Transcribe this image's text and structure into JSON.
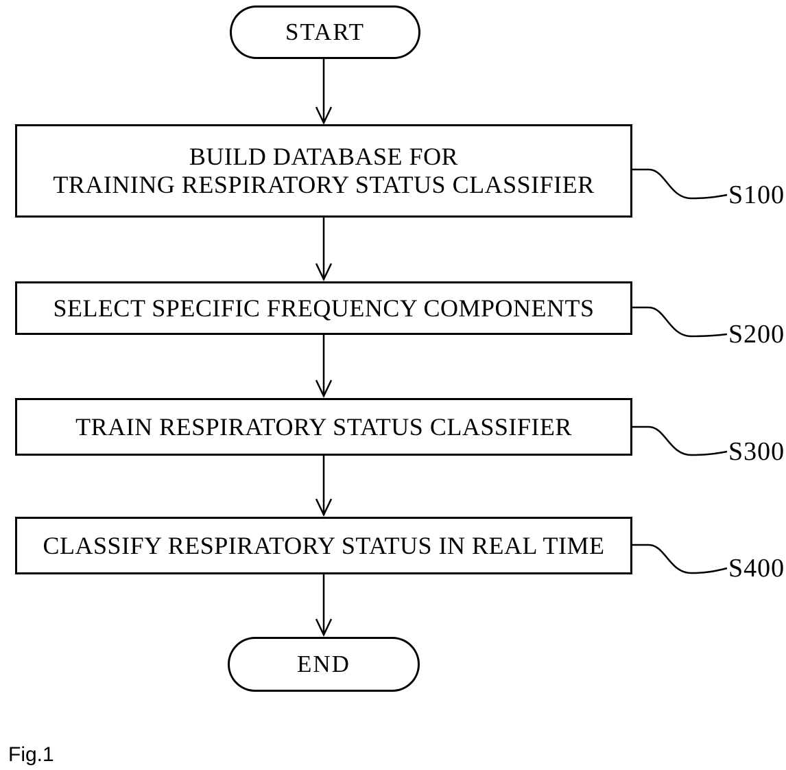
{
  "colors": {
    "ink": "#000000",
    "background": "#ffffff"
  },
  "figure": {
    "caption": "Fig.1"
  },
  "flowchart": {
    "start_label": "START",
    "end_label": "END",
    "steps": [
      {
        "lines": [
          "BUILD DATABASE FOR",
          "TRAINING RESPIRATORY STATUS CLASSIFIER"
        ],
        "ref": "S100"
      },
      {
        "lines": [
          "SELECT SPECIFIC FREQUENCY COMPONENTS"
        ],
        "ref": "S200"
      },
      {
        "lines": [
          "TRAIN RESPIRATORY STATUS CLASSIFIER"
        ],
        "ref": "S300"
      },
      {
        "lines": [
          "CLASSIFY RESPIRATORY STATUS IN REAL TIME"
        ],
        "ref": "S400"
      }
    ]
  }
}
